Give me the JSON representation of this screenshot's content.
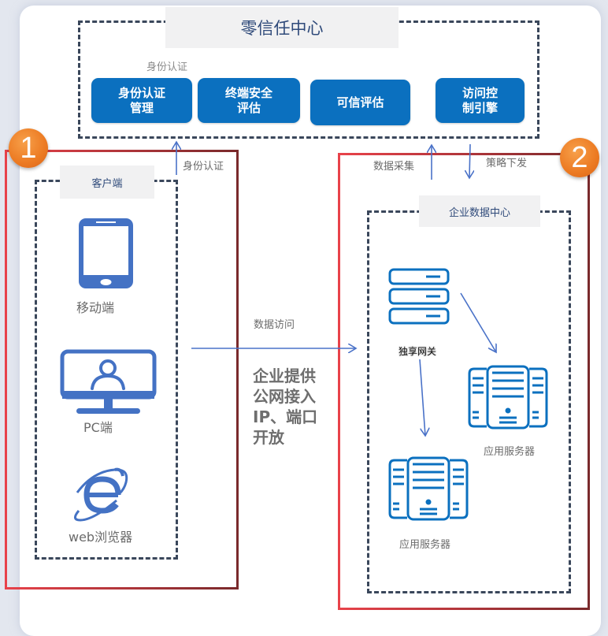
{
  "zero_trust_center": {
    "title": "零信任中心",
    "modules": [
      {
        "label": "身份认证\n管理"
      },
      {
        "label": "终端安全\n评估"
      },
      {
        "label": "可信评估"
      },
      {
        "label": "访问控\n制引擎"
      }
    ],
    "overlay_label": "身份认证"
  },
  "zone1": {
    "badge": "1",
    "client_group": {
      "title": "客户端",
      "devices": [
        {
          "label": "移动端",
          "icon": "mobile-phone-icon"
        },
        {
          "label": "PC端",
          "icon": "desktop-user-icon"
        },
        {
          "label": "web浏览器",
          "icon": "ie-browser-icon"
        }
      ]
    }
  },
  "zone2": {
    "badge": "2",
    "datacenter": {
      "title": "企业数据中心",
      "gateway_label": "独享网关",
      "servers": [
        {
          "label": "应用服务器"
        },
        {
          "label": "应用服务器"
        }
      ]
    }
  },
  "flows": {
    "auth": "身份认证",
    "data_collect": "数据采集",
    "policy_push": "策略下发",
    "data_access": "数据访问"
  },
  "note": "企业提供\n公网接入\nIP、端口\n开放",
  "colors": {
    "module_blue": "#0b70bf",
    "icon_blue": "#4472c4",
    "arrow_blue": "#4a72c8",
    "badge_orange": "#ec7a22",
    "dash_gray": "#3a475b"
  }
}
